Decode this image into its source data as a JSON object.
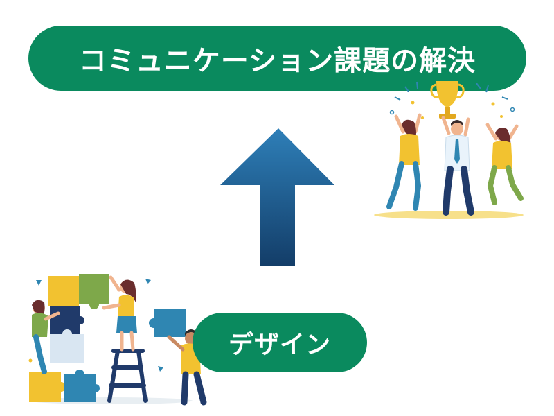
{
  "goal": {
    "label": "コミュニケーション課題の解決"
  },
  "design": {
    "label": "デザイン"
  },
  "colors": {
    "pill": "#0a8a5e",
    "arrow_top": "#2e7fb8",
    "arrow_bottom": "#133d68",
    "yellow": "#f2c230",
    "puzzle_blue": "#2f86b2",
    "puzzle_green": "#7ea84a",
    "navy": "#203a6a"
  },
  "illustrations": {
    "celebration": "team-celebration-with-trophy",
    "puzzle": "team-assembling-puzzle"
  }
}
